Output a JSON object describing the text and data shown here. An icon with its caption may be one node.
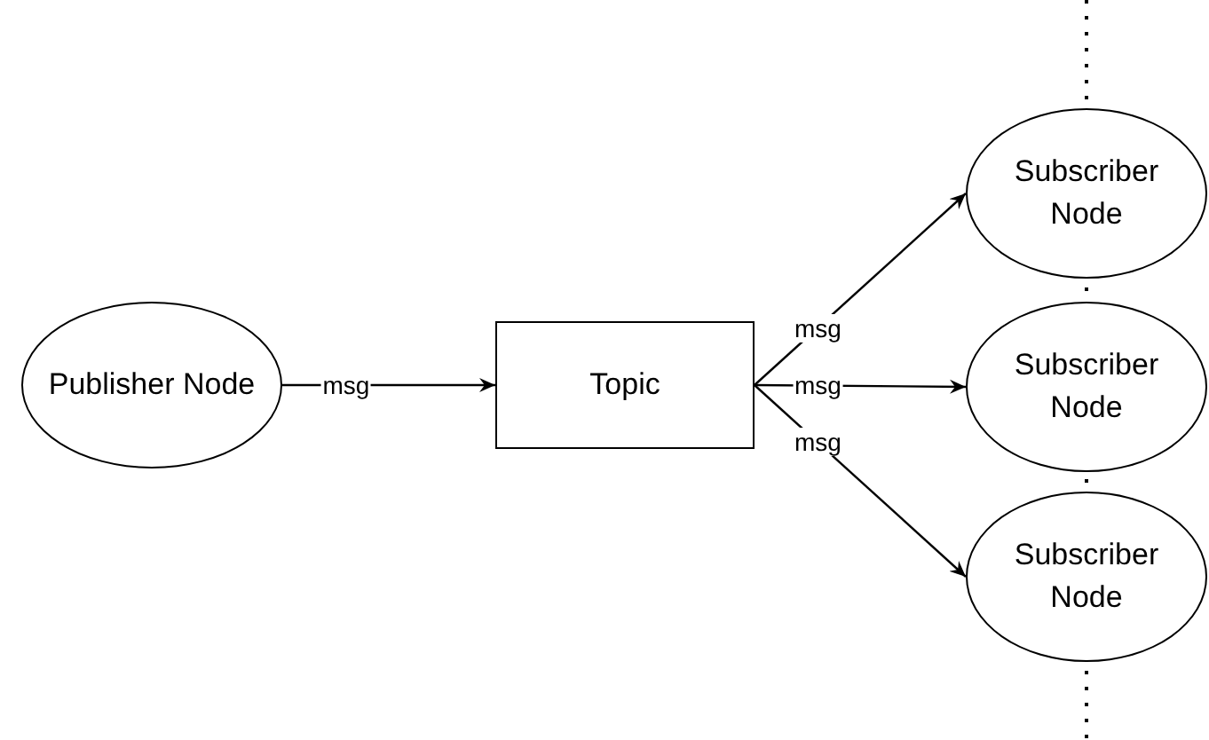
{
  "diagram": {
    "nodes": [
      {
        "text": [
          "Publisher Node"
        ]
      },
      {
        "text": [
          "Topic"
        ]
      },
      {
        "text": [
          "Subscriber Node"
        ]
      },
      {
        "text": [
          "Subscriber Node"
        ]
      },
      {
        "text": [
          "Subscriber Node"
        ]
      }
    ],
    "edges": [
      {
        "from": 0,
        "to": 1,
        "arrow": "to",
        "label": "msg"
      },
      {
        "from": 1,
        "to": 2,
        "arrow": "to",
        "label": "msg"
      },
      {
        "from": 1,
        "to": 3,
        "arrow": "to",
        "label": "msg"
      },
      {
        "from": 1,
        "to": 4,
        "arrow": "to",
        "label": "msg"
      }
    ]
  }
}
